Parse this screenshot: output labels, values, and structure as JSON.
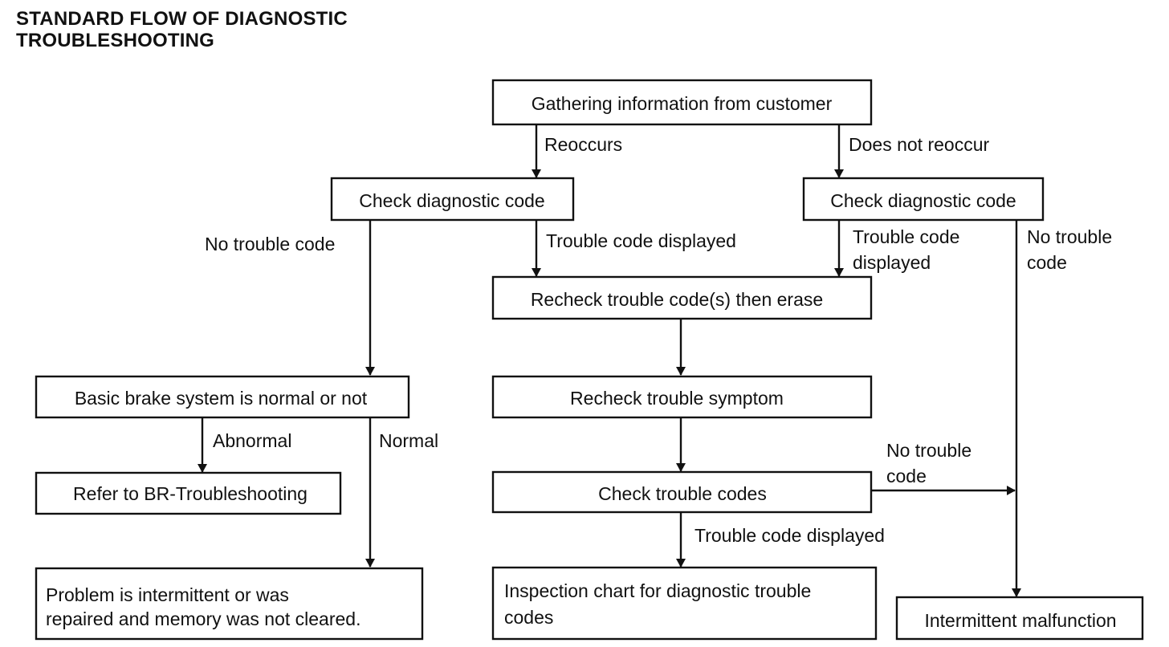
{
  "title": {
    "line1": "STANDARD FLOW OF DIAGNOSTIC",
    "line2": "TROUBLESHOOTING"
  },
  "boxes": {
    "gather": "Gathering information from customer",
    "check_left": "Check diagnostic code",
    "check_right": "Check diagnostic code",
    "recheck_codes": "Recheck trouble code(s) then erase",
    "basic_brake": "Basic brake system is normal or not",
    "recheck_symptom": "Recheck trouble symptom",
    "refer_br": "Refer to BR-Troubleshooting",
    "check_codes": "Check trouble codes",
    "problem_line1": "Problem is intermittent or was",
    "problem_line2": "repaired and memory was not cleared.",
    "inspection_line1": "Inspection chart for diagnostic trouble",
    "inspection_line2": "codes",
    "intermittent": "Intermittent malfunction"
  },
  "labels": {
    "reoccurs": "Reoccurs",
    "does_not_reoccur": "Does not reoccur",
    "no_trouble_code_left": "No trouble code",
    "trouble_code_displayed_mid": "Trouble code displayed",
    "trouble_code_right_line1": "Trouble code",
    "trouble_code_right_line2": "displayed",
    "no_trouble_right_line1": "No trouble",
    "no_trouble_right_line2": "code",
    "abnormal": "Abnormal",
    "normal": "Normal",
    "no_trouble_mid_line1": "No trouble",
    "no_trouble_mid_line2": "code",
    "trouble_code_displayed_bottom": "Trouble code displayed"
  }
}
